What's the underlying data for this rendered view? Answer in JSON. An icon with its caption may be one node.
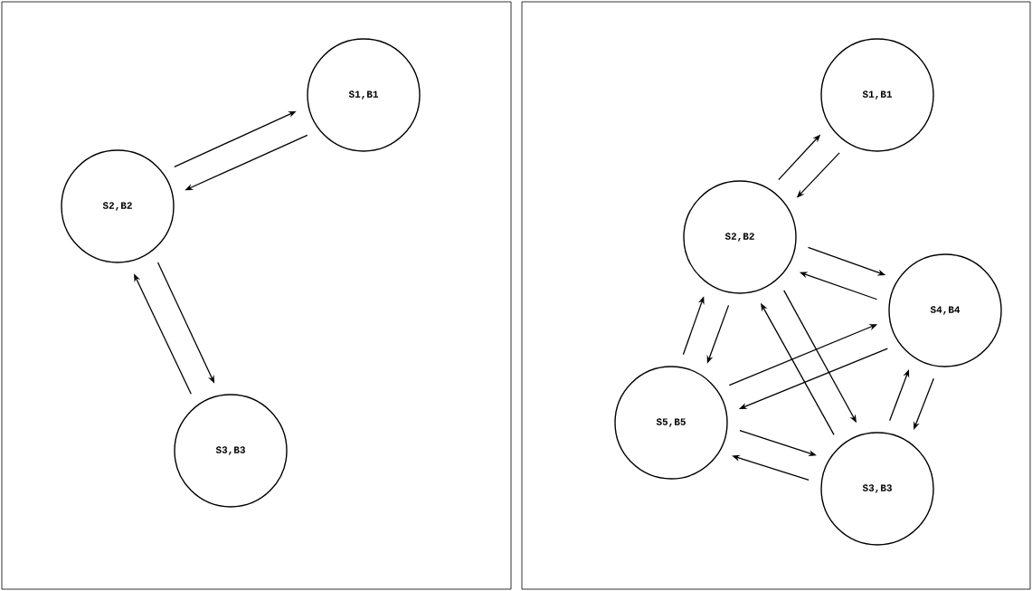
{
  "diagram": {
    "nodes": [
      {
        "text": [
          "S1,B1"
        ]
      },
      {
        "text": [
          "S2,B2"
        ]
      },
      {
        "text": [
          "S3,B3"
        ]
      },
      {
        "text": [
          "S1,B1"
        ]
      },
      {
        "text": [
          "S2,B2"
        ]
      },
      {
        "text": [
          "S4,B4"
        ]
      },
      {
        "text": [
          "S5,B5"
        ]
      },
      {
        "text": [
          "S3,B3"
        ]
      }
    ],
    "edges": [
      {
        "from": 0,
        "to": 1,
        "arrow": "to"
      },
      {
        "from": 1,
        "to": 0,
        "arrow": "to"
      },
      {
        "from": 1,
        "to": 2,
        "arrow": "to"
      },
      {
        "from": 2,
        "to": 1,
        "arrow": "to"
      },
      {
        "from": 3,
        "to": 4,
        "arrow": "to"
      },
      {
        "from": 4,
        "to": 3,
        "arrow": "to"
      },
      {
        "from": 5,
        "to": 4,
        "arrow": "to"
      },
      {
        "from": 4,
        "to": 5,
        "arrow": "to"
      },
      {
        "from": 4,
        "to": 6,
        "arrow": "to"
      },
      {
        "from": 6,
        "to": 4,
        "arrow": "to"
      },
      {
        "from": 5,
        "to": 6,
        "arrow": "to"
      },
      {
        "from": 6,
        "to": 5,
        "arrow": "to"
      },
      {
        "from": 4,
        "to": 7,
        "arrow": "to"
      },
      {
        "from": 7,
        "to": 4,
        "arrow": "to"
      },
      {
        "from": 5,
        "to": 7,
        "arrow": "to"
      },
      {
        "from": 7,
        "to": 5,
        "arrow": "to"
      },
      {
        "from": 7,
        "to": 6,
        "arrow": "to"
      },
      {
        "from": 6,
        "to": 7,
        "arrow": "to"
      }
    ]
  }
}
